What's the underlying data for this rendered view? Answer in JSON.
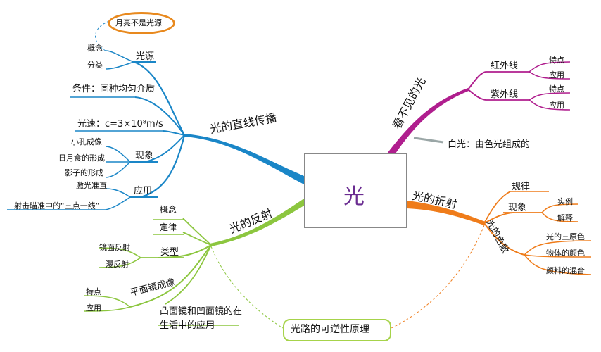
{
  "center": {
    "label": "光"
  },
  "top_note": "月亮不是光源",
  "blue": {
    "main": "光的直线传播",
    "source": {
      "label": "光源",
      "children": [
        "概念",
        "分类"
      ]
    },
    "condition": "条件：同种均匀介质",
    "speed": "光速：c=3×10⁸m/s",
    "phenomena": {
      "label": "现象",
      "children": [
        "小孔成像",
        "日月食的形成",
        "影子的形成"
      ]
    },
    "application": {
      "label": "应用",
      "children": [
        "激光准直",
        "射击瞄准中的“三点一线”"
      ]
    }
  },
  "green": {
    "main": "光的反射",
    "concept": "概念",
    "law": "定律",
    "types": {
      "label": "类型",
      "children": [
        "镜面反射",
        "漫反射"
      ]
    },
    "plane_mirror": {
      "label": "平面镜成像",
      "children": [
        "特点",
        "应用"
      ]
    },
    "convex_concave": [
      "凸面镜和凹面镜的在",
      "生活中的应用"
    ]
  },
  "magenta": {
    "main": "看不见的光",
    "infrared": {
      "label": "红外线",
      "children": [
        "特点",
        "应用"
      ]
    },
    "ultraviolet": {
      "label": "紫外线",
      "children": [
        "特点",
        "应用"
      ]
    },
    "white_light": "白光：由色光组成的"
  },
  "orange": {
    "main": "光的折射",
    "law": "规律",
    "phenomena": {
      "label": "现象",
      "children": [
        "实例",
        "解释"
      ]
    },
    "dispersion": {
      "label": "光的色散",
      "children": [
        "光的三原色",
        "物体的颜色",
        "颜料的混合"
      ]
    }
  },
  "reversibility": "光路的可逆性原理",
  "colors": {
    "blue": "#1a86c7",
    "green": "#8cc63f",
    "magenta": "#b01e8e",
    "orange": "#ef7c1a",
    "grey": "#9aa6a6"
  }
}
